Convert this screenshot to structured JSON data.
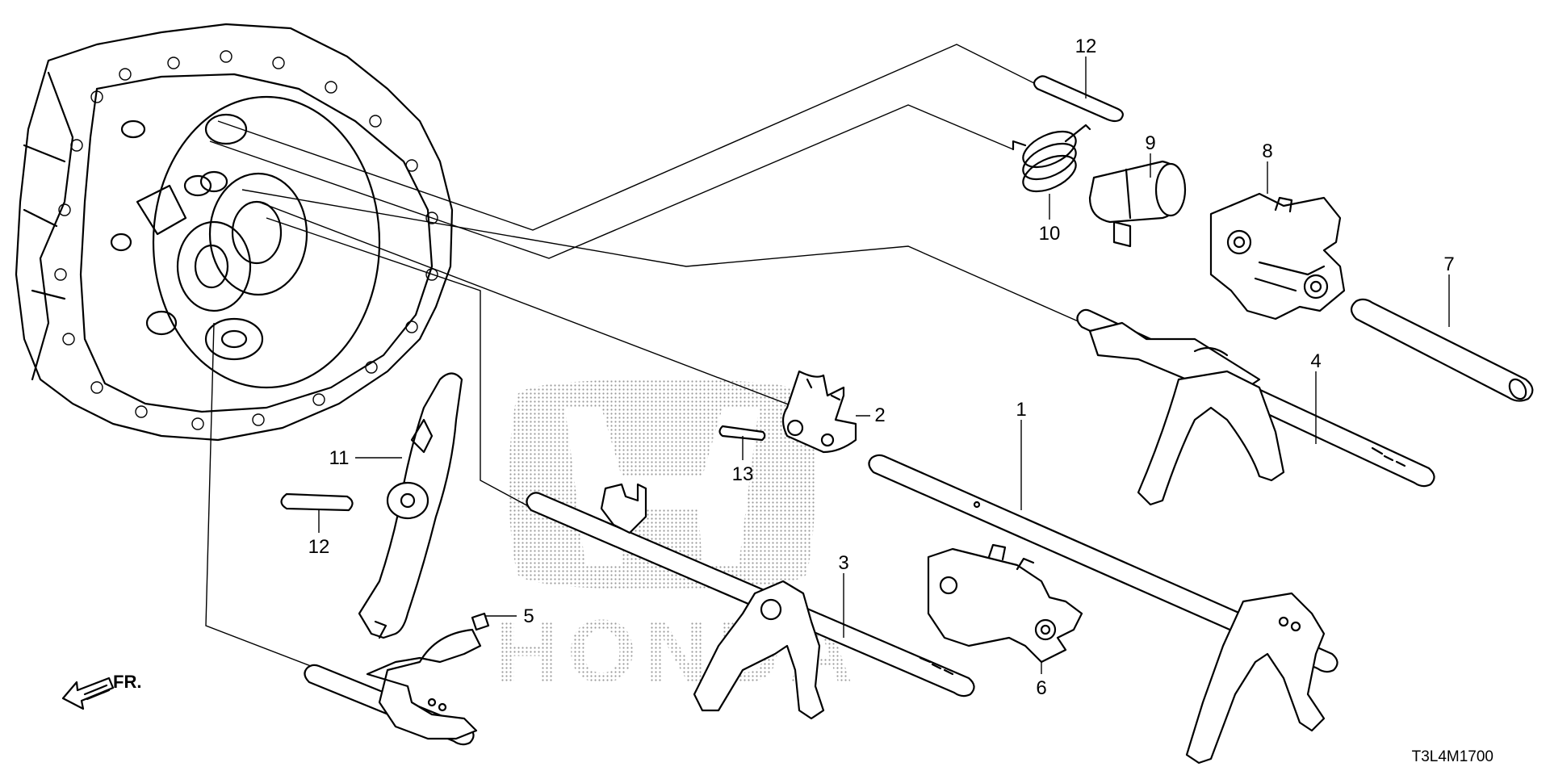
{
  "diagram_code": "T3L4M1700",
  "direction_label": "FR.",
  "watermark_text": "HONDA",
  "callouts": {
    "c1": "1",
    "c2": "2",
    "c3": "3",
    "c4": "4",
    "c5": "5",
    "c6": "6",
    "c7": "7",
    "c8": "8",
    "c9": "9",
    "c10": "10",
    "c11": "11",
    "c12a": "12",
    "c12b": "12",
    "c13": "13"
  },
  "colors": {
    "line": "#000000",
    "background": "#ffffff",
    "watermark": "#9a9a9a"
  }
}
